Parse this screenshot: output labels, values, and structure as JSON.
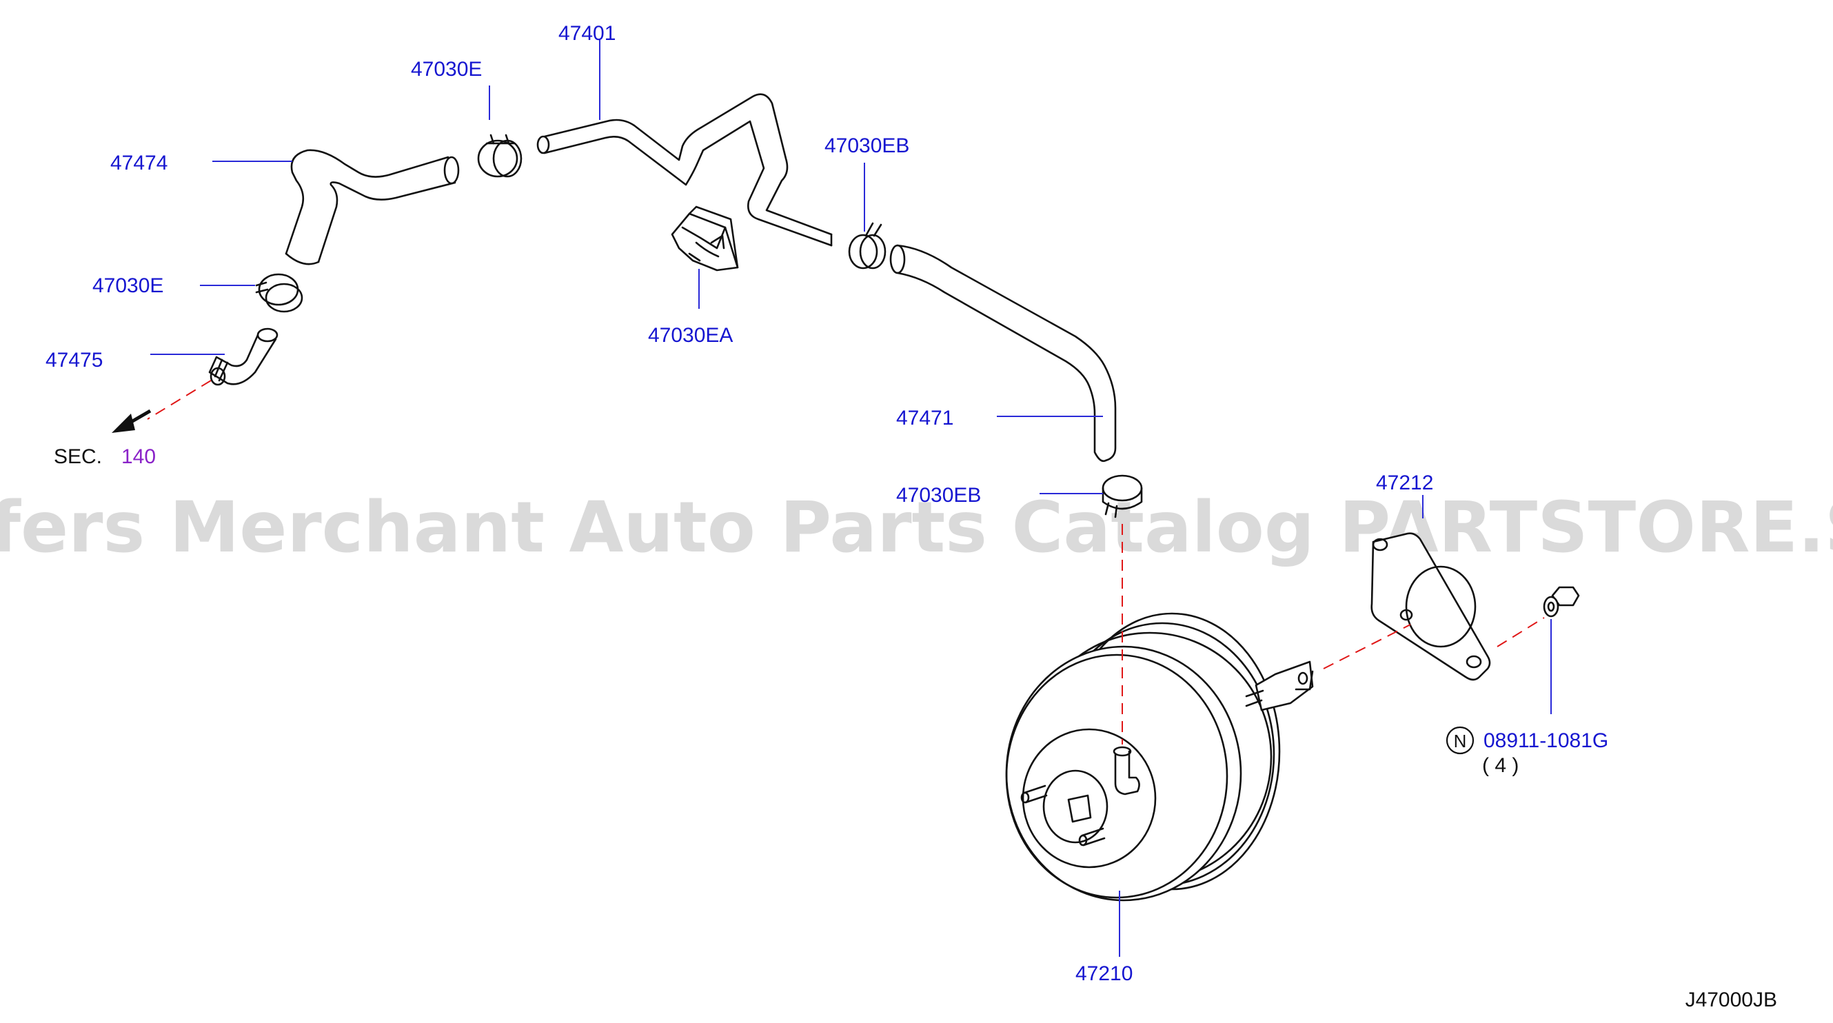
{
  "watermark": "Offers Merchant Auto Parts Catalog PARTSTORE.SA",
  "colors": {
    "label": "#1616d0",
    "leader": "#2a2ad8",
    "dash": "#e01818",
    "sec_number": "#8a22c8",
    "line": "#111111"
  },
  "labels": {
    "p47401": "47401",
    "p47030e_top": "47030E",
    "p47474": "47474",
    "p47030eb_top": "47030EB",
    "p47030e_left": "47030E",
    "p47030ea": "47030EA",
    "p47475": "47475",
    "sec_text": "SEC.",
    "sec_num": "140",
    "p47471": "47471",
    "p47030eb_bottom": "47030EB",
    "p47212": "47212",
    "nut_symbol": "N",
    "p08911": "08911-1081G",
    "qty": "( 4 )",
    "p47210": "47210",
    "diagram_code": "J47000JB"
  }
}
